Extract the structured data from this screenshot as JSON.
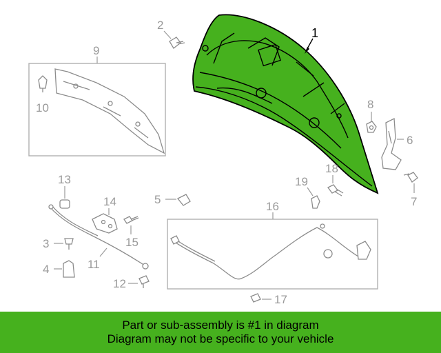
{
  "colors": {
    "highlight": "#46b11e",
    "banner": "#46b11e",
    "callout_gray": "#9a9a9a",
    "callout_highlight": "#000000"
  },
  "callouts": {
    "c1": "1",
    "c2": "2",
    "c3": "3",
    "c4": "4",
    "c5": "5",
    "c6": "6",
    "c7": "7",
    "c8": "8",
    "c9": "9",
    "c10": "10",
    "c11": "11",
    "c12": "12",
    "c13": "13",
    "c14": "14",
    "c15": "15",
    "c16": "16",
    "c17": "17",
    "c18": "18",
    "c19": "19"
  },
  "banner": {
    "line1": "Part or sub-assembly is #1 in diagram",
    "line2": "Diagram may not be specific to your vehicle"
  }
}
